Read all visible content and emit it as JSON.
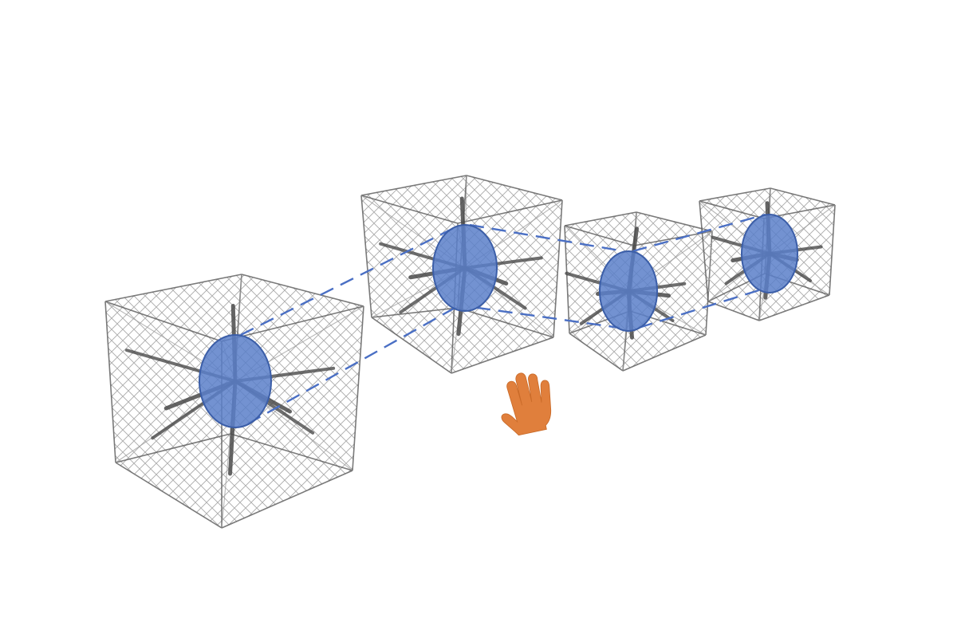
{
  "diagram": {
    "cells": [
      {
        "id": "cell-1"
      },
      {
        "id": "cell-2"
      },
      {
        "id": "cell-3"
      },
      {
        "id": "cell-4"
      }
    ],
    "links": [
      {
        "from": "cell-1",
        "to": "cell-2"
      },
      {
        "from": "cell-2",
        "to": "cell-3"
      },
      {
        "from": "cell-3",
        "to": "cell-4"
      }
    ],
    "pointer": {
      "icon": "hand-icon"
    }
  },
  "colors": {
    "background": "#ffffff",
    "mesh": "#9a9a9a",
    "frame": "#5a5a5a",
    "strut": "#4a4a4a",
    "ellipse_fill": "#5a7fc9",
    "ellipse_stroke": "#3b5ea8",
    "dash": "#4a6fc4",
    "hand": "#e07f3c"
  }
}
